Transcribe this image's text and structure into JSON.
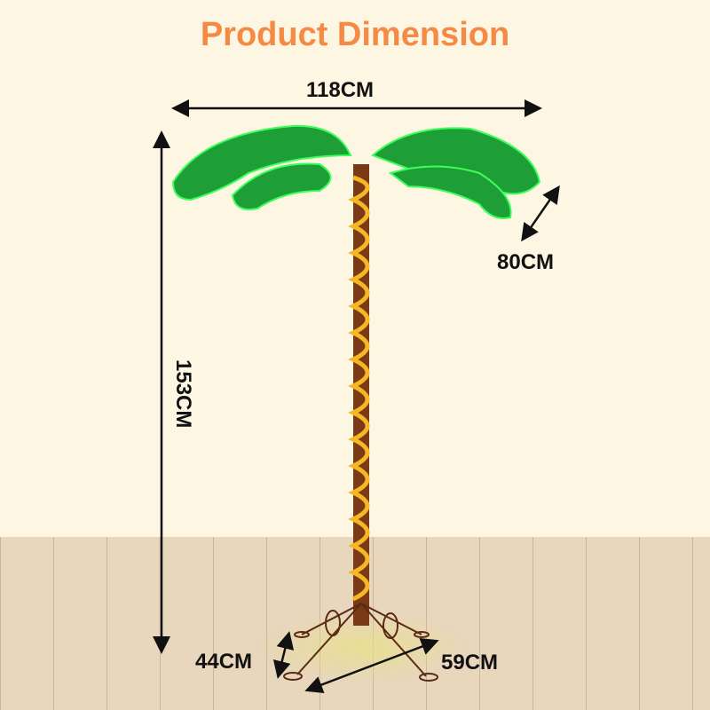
{
  "title": "Product Dimension",
  "dimensions": {
    "width": "118CM",
    "depth": "80CM",
    "height": "153CM",
    "base_height": "44CM",
    "base_width": "59CM"
  },
  "colors": {
    "title": "#f58a45",
    "background": "#fcf6e2",
    "leaf": "#1fa83a",
    "trunk": "#7a3a16",
    "light": "#f7b623"
  }
}
